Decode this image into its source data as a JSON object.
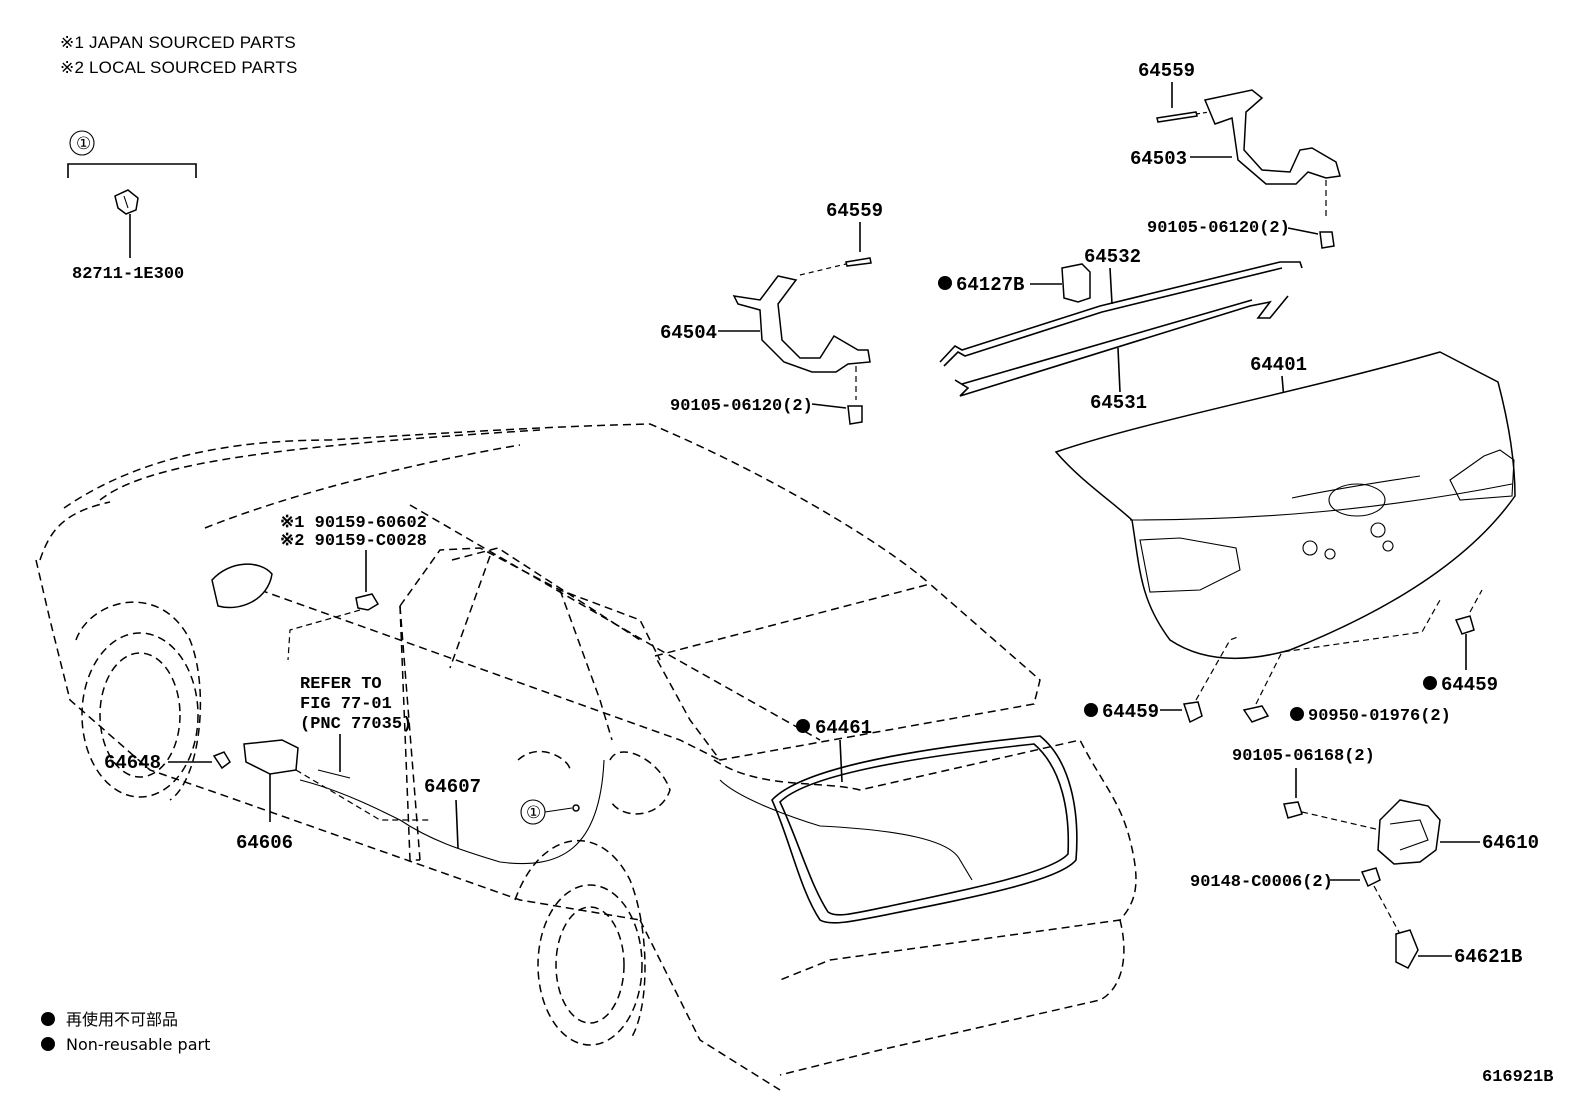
{
  "notes": {
    "note1": "※1 JAPAN SOURCED PARTS",
    "note2": "※2 LOCAL SOURCED PARTS"
  },
  "callout_symbol": "①",
  "parts": {
    "p82711": "82711-1E300",
    "p64559_top": "64559",
    "p64503": "64503",
    "p90105_top": "90105-06120(2)",
    "p64559_mid": "64559",
    "p64532": "64532",
    "p64127B": "64127B",
    "p64504": "64504",
    "p90105_mid": "90105-06120(2)",
    "p64531": "64531",
    "p64401": "64401",
    "p90159a": "※1 90159-60602",
    "p90159b": "※2 90159-C0028",
    "refer1": "REFER TO",
    "refer2": "FIG 77-01",
    "refer3": "(PNC 77035)",
    "p64648": "64648",
    "p64606": "64606",
    "p64607": "64607",
    "p64461": "64461",
    "p64459_a": "64459",
    "p90950": "90950-01976(2)",
    "p64459_b": "64459",
    "p90105_low": "90105-06168(2)",
    "p64610": "64610",
    "p90148": "90148-C0006(2)",
    "p64621B": "64621B"
  },
  "legend": {
    "jp": "再使用不可部品",
    "en": "Non-reusable part"
  },
  "figure_id": "616921B"
}
